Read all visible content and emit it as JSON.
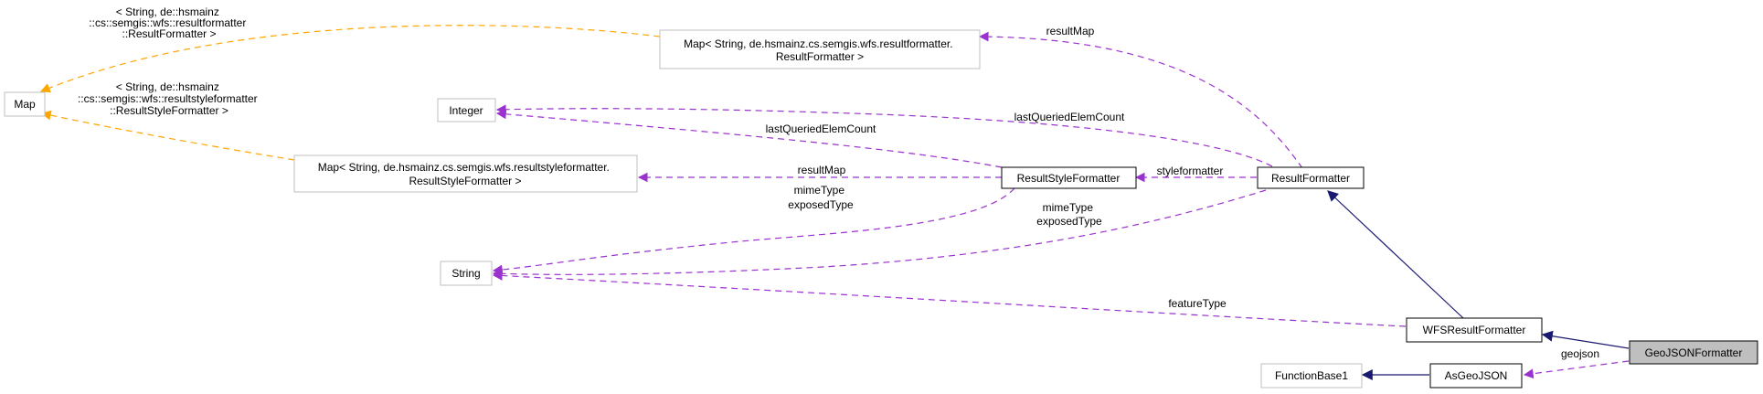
{
  "nodes": {
    "map": {
      "label": [
        "Map"
      ]
    },
    "map_resultformatter": {
      "label": [
        "Map< String, de.hsmainz.cs.semgis.wfs.resultformatter.",
        "ResultFormatter >"
      ]
    },
    "integer": {
      "label": [
        "Integer"
      ]
    },
    "map_resultstyleformatter": {
      "label": [
        "Map< String, de.hsmainz.cs.semgis.wfs.resultstyleformatter.",
        "ResultStyleFormatter >"
      ]
    },
    "string": {
      "label": [
        "String"
      ]
    },
    "resultstyleformatter": {
      "label": [
        "ResultStyleFormatter"
      ]
    },
    "resultformatter": {
      "label": [
        "ResultFormatter"
      ]
    },
    "wfsresultformatter": {
      "label": [
        "WFSResultFormatter"
      ]
    },
    "functionbase1": {
      "label": [
        "FunctionBase1"
      ]
    },
    "asgeojson": {
      "label": [
        "AsGeoJSON"
      ]
    },
    "geojsonformatter": {
      "label": [
        "GeoJSONFormatter"
      ]
    }
  },
  "edges": {
    "tpl_resultformatter": {
      "label": [
        "< String, de::hsmainz",
        "::cs::semgis::wfs::resultformatter",
        "::ResultFormatter >"
      ]
    },
    "tpl_resultstyleformatter": {
      "label": [
        "< String, de::hsmainz",
        "::cs::semgis::wfs::resultstyleformatter",
        "::ResultStyleFormatter >"
      ]
    },
    "resultmap_top": {
      "label": [
        "resultMap"
      ]
    },
    "lastqueried_rf": {
      "label": [
        "lastQueriedElemCount"
      ]
    },
    "lastqueried_rsf": {
      "label": [
        "lastQueriedElemCount"
      ]
    },
    "resultmap_rsf": {
      "label": [
        "resultMap"
      ]
    },
    "styleformatter": {
      "label": [
        "styleformatter"
      ]
    },
    "mimetype_rsf": {
      "label": [
        "mimeType",
        "exposedType"
      ]
    },
    "mimetype_rf": {
      "label": [
        "mimeType",
        "exposedType"
      ]
    },
    "featuretype": {
      "label": [
        "featureType"
      ]
    },
    "geojson": {
      "label": [
        "geojson"
      ]
    }
  },
  "colors": {
    "usage_edge": "#9a32cd",
    "template_edge": "#ffa500",
    "inheritance_edge": "#191970",
    "focus_fill": "#bfbfbf",
    "undocumented_border": "#bfbfbf",
    "documented_border": "#000000"
  }
}
